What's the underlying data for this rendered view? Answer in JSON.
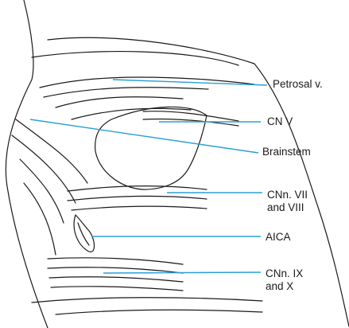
{
  "colors": {
    "leader_line": "#2a9fd6",
    "ink": "#1a1a1a",
    "background": "#ffffff"
  },
  "labels": {
    "petrosal_v": "Petrosal v.",
    "cn_v": "CN V",
    "brainstem": "Brainstem",
    "cnn_vii_viii_line1": "CNn. VII",
    "cnn_vii_viii_line2": "and VIII",
    "aica": "AICA",
    "cnn_ix_x_line1": "CNn. IX",
    "cnn_ix_x_line2": "and X"
  }
}
